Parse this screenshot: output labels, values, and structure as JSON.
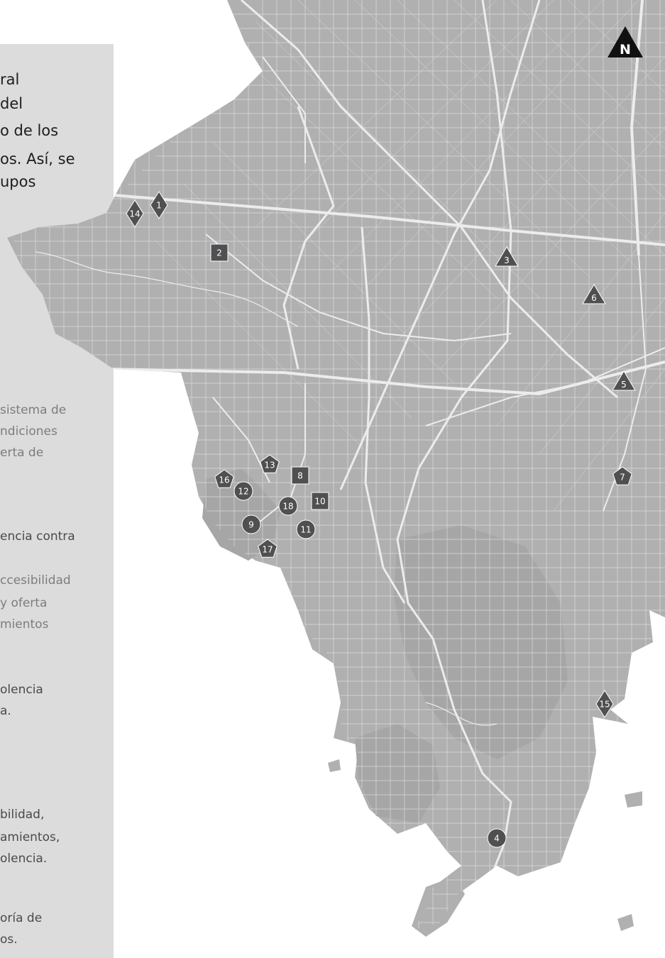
{
  "intro": {
    "lines": [
      "ral",
      "del",
      "o de los",
      "os. Así, se",
      "upos"
    ]
  },
  "left_text": [
    {
      "lines": [
        "sistema de",
        "ndiciones",
        "erta de"
      ],
      "tone": "muted"
    },
    {
      "lines": [
        "encia contra"
      ],
      "tone": "mid"
    },
    {
      "lines": [
        "ccesibilidad",
        "y oferta",
        "mientos"
      ],
      "tone": "muted"
    },
    {
      "lines": [
        "olencia",
        "a."
      ],
      "tone": "mid"
    },
    {
      "lines": [
        "bilidad,",
        "amientos,",
        "olencia."
      ],
      "tone": "mid"
    },
    {
      "lines": [
        "oría de",
        "os."
      ],
      "tone": "mid"
    }
  ],
  "north_arrow": {
    "label": "N"
  },
  "markers": [
    {
      "label": "1",
      "shape": "diamond"
    },
    {
      "label": "14",
      "shape": "diamond"
    },
    {
      "label": "2",
      "shape": "square"
    },
    {
      "label": "3",
      "shape": "triangle"
    },
    {
      "label": "6",
      "shape": "triangle"
    },
    {
      "label": "5",
      "shape": "triangle"
    },
    {
      "label": "7",
      "shape": "pentagon"
    },
    {
      "label": "13",
      "shape": "pentagon"
    },
    {
      "label": "8",
      "shape": "square"
    },
    {
      "label": "16",
      "shape": "pentagon"
    },
    {
      "label": "12",
      "shape": "circle"
    },
    {
      "label": "10",
      "shape": "square"
    },
    {
      "label": "18",
      "shape": "circle"
    },
    {
      "label": "9",
      "shape": "circle"
    },
    {
      "label": "11",
      "shape": "circle"
    },
    {
      "label": "17",
      "shape": "pentagon"
    },
    {
      "label": "15",
      "shape": "diamond"
    },
    {
      "label": "4",
      "shape": "circle"
    }
  ],
  "colors": {
    "map_fill": "#b0b0b1",
    "street": "#ececec",
    "marker": "#505052",
    "panel": "#dcdcdd"
  }
}
